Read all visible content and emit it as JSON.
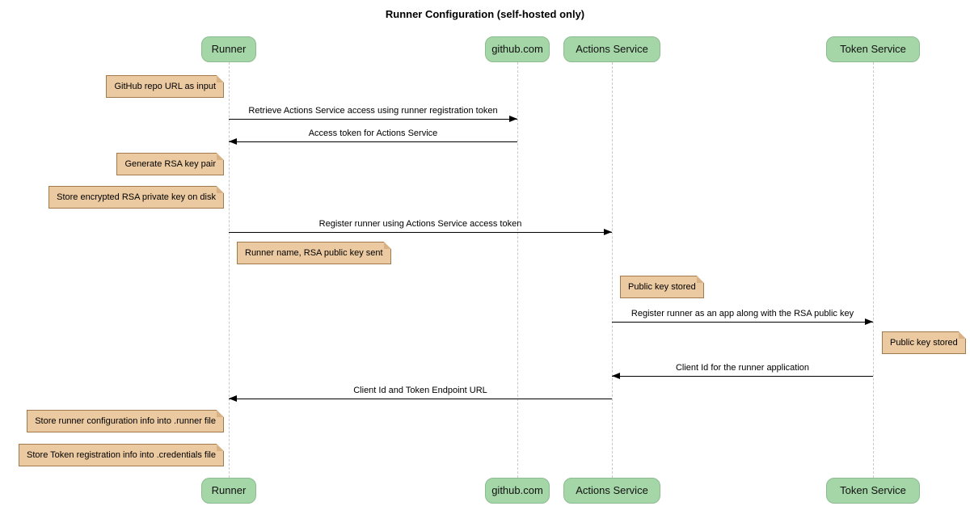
{
  "title": "Runner Configuration (self-hosted only)",
  "participants": [
    {
      "id": "runner",
      "label": "Runner"
    },
    {
      "id": "github",
      "label": "github.com"
    },
    {
      "id": "actions-service",
      "label": "Actions Service"
    },
    {
      "id": "token-service",
      "label": "Token Service"
    }
  ],
  "messages": [
    {
      "from": "Runner",
      "to": "github.com",
      "direction": "right",
      "text": "Retrieve Actions Service access using runner registration token"
    },
    {
      "from": "github.com",
      "to": "Runner",
      "direction": "left",
      "text": "Access token for Actions Service"
    },
    {
      "from": "Runner",
      "to": "Actions Service",
      "direction": "right",
      "text": "Register runner using Actions Service access token"
    },
    {
      "from": "Actions Service",
      "to": "Token Service",
      "direction": "right",
      "text": "Register runner as an app along with the RSA public key"
    },
    {
      "from": "Token Service",
      "to": "Actions Service",
      "direction": "left",
      "text": "Client Id for the runner application"
    },
    {
      "from": "Actions Service",
      "to": "Runner",
      "direction": "left",
      "text": "Client Id and Token Endpoint URL"
    }
  ],
  "notes": [
    {
      "anchor": "left of Runner",
      "text": "GitHub repo URL as input"
    },
    {
      "anchor": "left of Runner",
      "text": "Generate RSA key pair"
    },
    {
      "anchor": "left of Runner",
      "text": "Store encrypted RSA private key on disk"
    },
    {
      "anchor": "right of Runner",
      "text": "Runner name, RSA public key sent"
    },
    {
      "anchor": "right of Actions Service",
      "text": "Public key stored"
    },
    {
      "anchor": "right of Token Service",
      "text": "Public key stored"
    },
    {
      "anchor": "left of Runner",
      "text": "Store runner configuration info into .runner file"
    },
    {
      "anchor": "left of Runner",
      "text": "Store Token registration info into .credentials file"
    }
  ],
  "colors": {
    "participant_fill": "#a5d6a7",
    "participant_border": "#8cbc8e",
    "note_fill": "#eccaa1",
    "note_border": "#a07a4c",
    "note_fold": "#d8b284",
    "lifeline": "#c8c8c8",
    "message": "#000000",
    "background": "#ffffff"
  }
}
